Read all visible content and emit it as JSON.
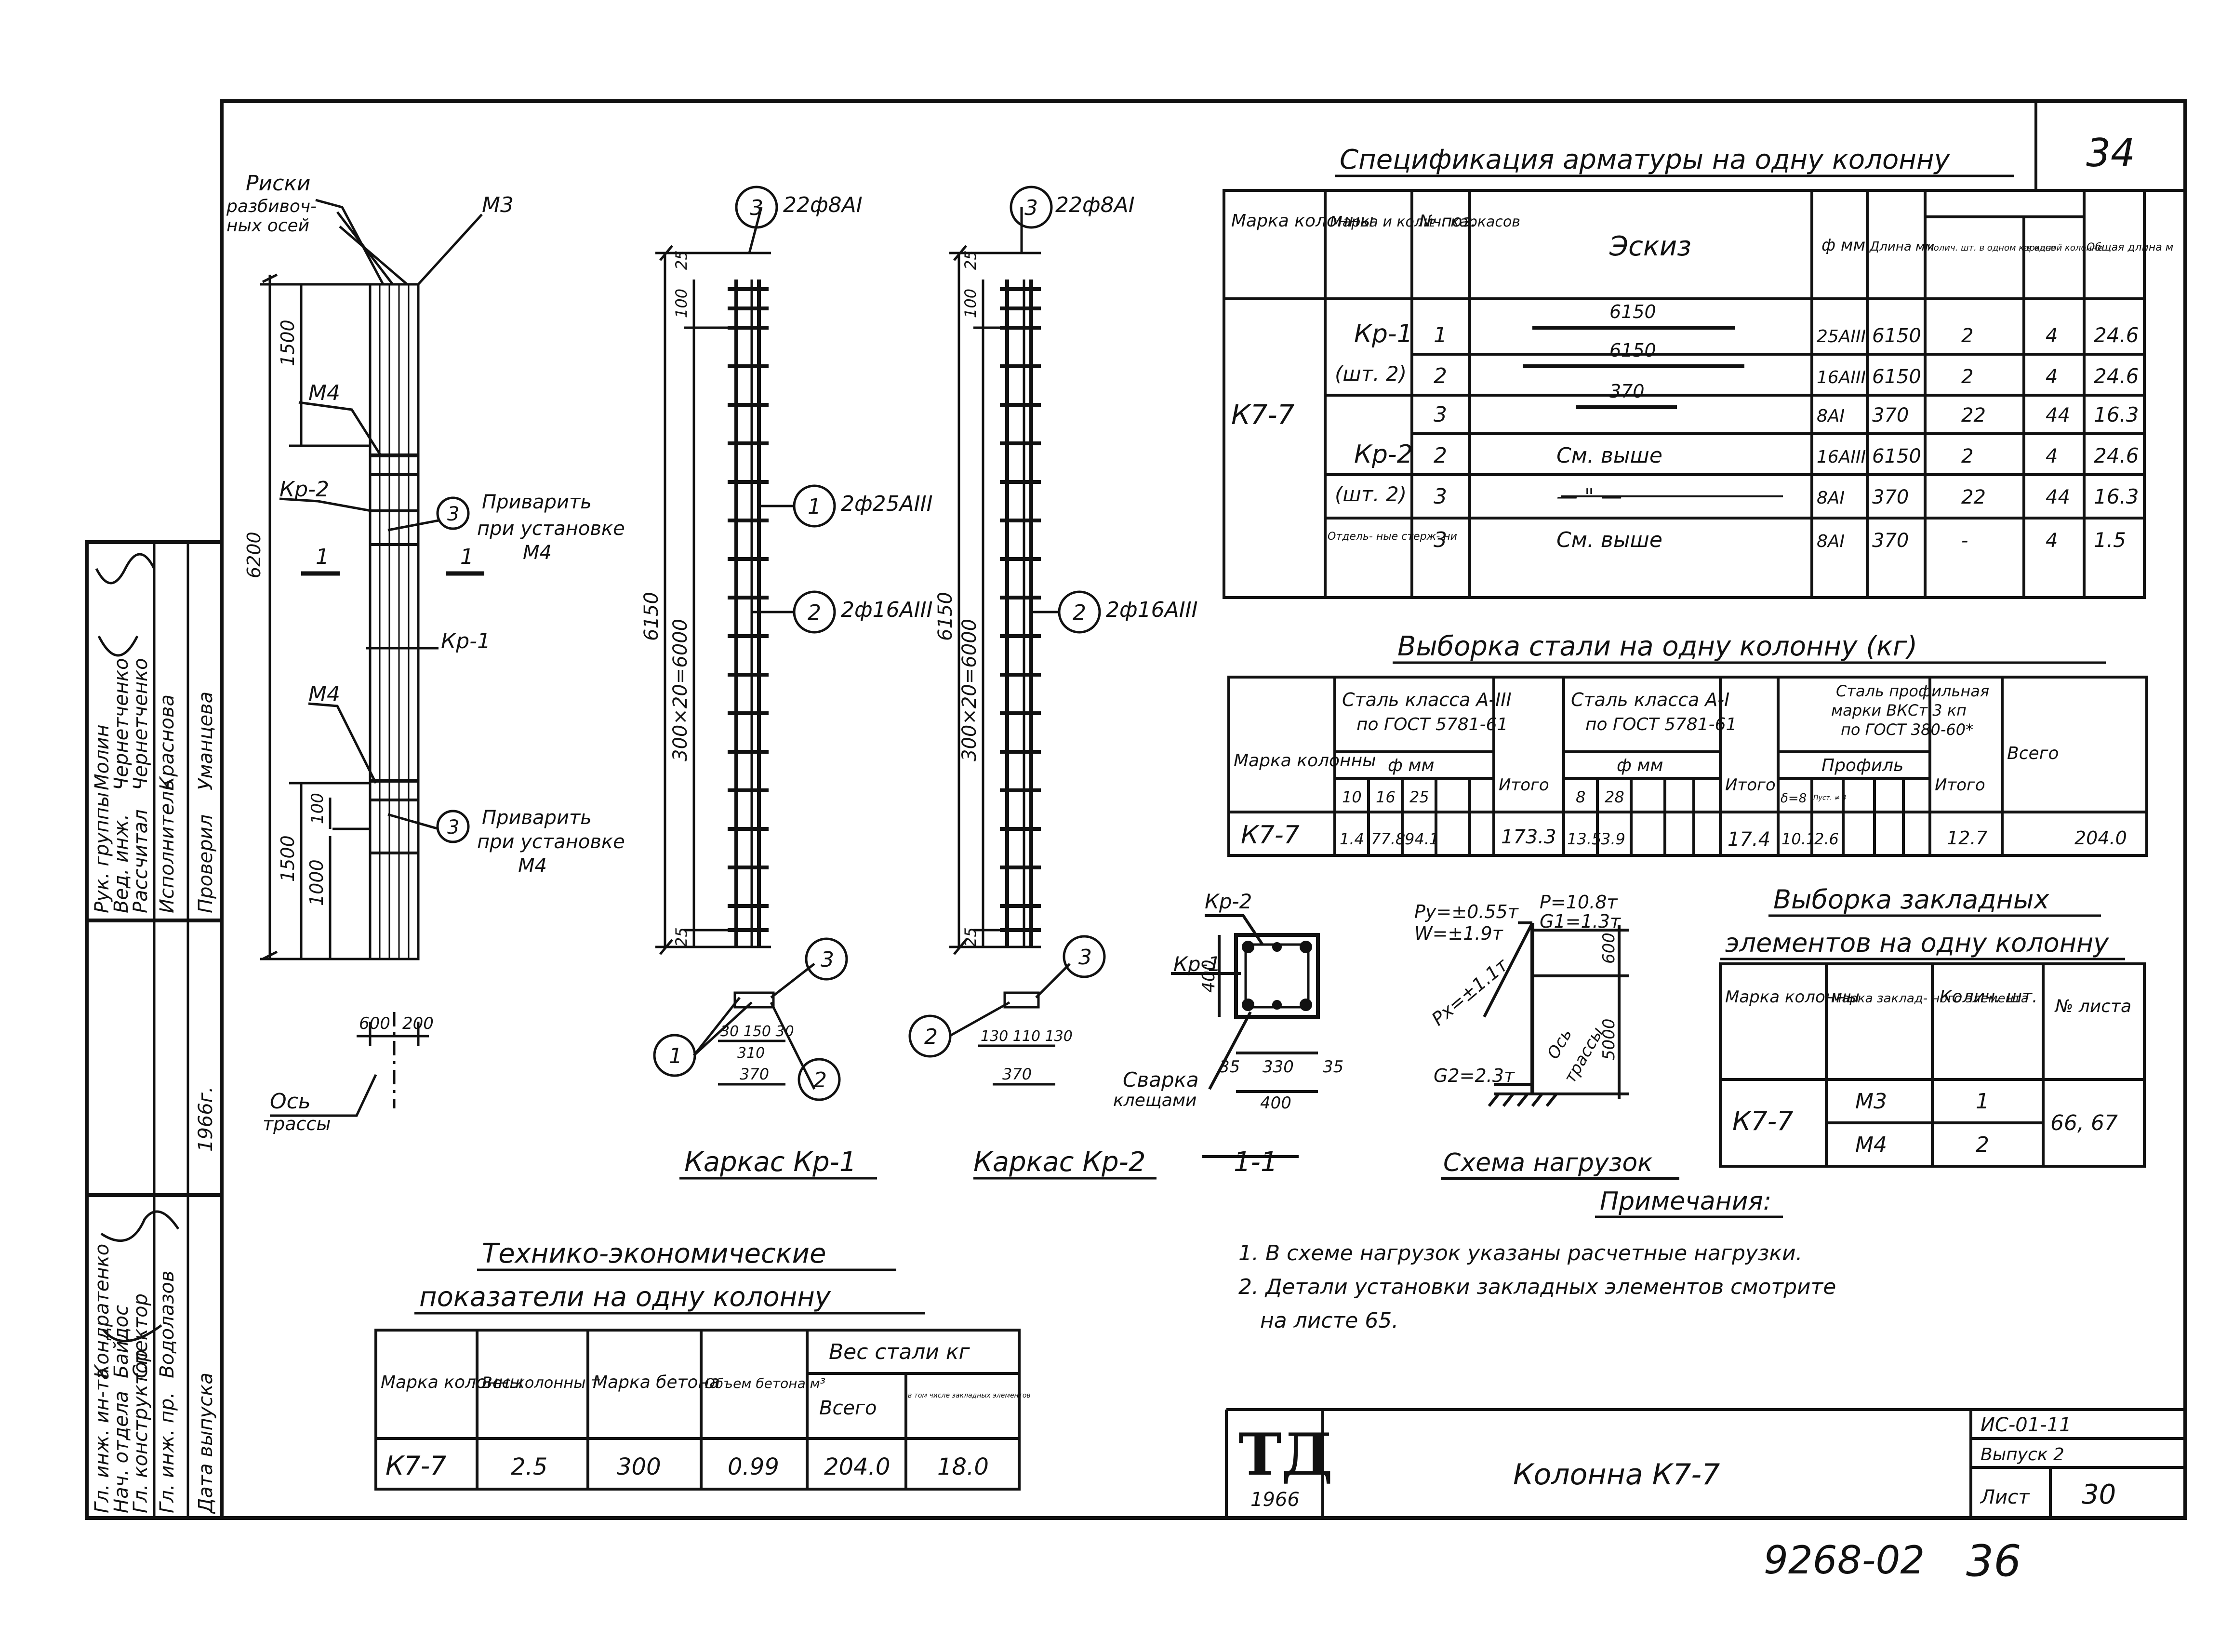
{
  "colors": {
    "ink": "#111111",
    "paper": "#ffffff"
  },
  "page_number": "34",
  "title_block": {
    "logo": "ТД",
    "logo_year": "1966",
    "drawing_name": "Колонна К7-7",
    "series": "ИС-01-11",
    "issue": "Выпуск 2",
    "sheet_label": "Лист",
    "sheet_number": "30",
    "archive_number": "9268-02",
    "archive_page": "36"
  },
  "side_stamp": {
    "year": "1966г.",
    "roles": [
      "Рук. группы",
      "Вед. инж.",
      "Рассчитал",
      "Исполнитель",
      "Проверил"
    ],
    "names": [
      "Молин",
      "Чернетченко",
      "Чернетченко",
      "Краснова",
      "Уманцева"
    ],
    "roles2": [
      "Гл. инж. ин-та",
      "Нач. отдела",
      "Гл. конструктор",
      "Гл. инж. пр.",
      "Дата выпуска"
    ],
    "names2": [
      "Кондратенко",
      "Байдос",
      "Спектор",
      "Водолазов",
      ""
    ]
  },
  "column_view": {
    "risk_label": "Риски",
    "risk_label2": "разбивоч-",
    "risk_label3": "ных осей",
    "m3": "М3",
    "m4_top": "М4",
    "m4_bottom": "М4",
    "kr2": "Кр-2",
    "kr1": "Кр-1",
    "section_1a": "1",
    "section_1b": "1",
    "dim_total": "6200",
    "dim_top": "1500",
    "dim_bot": "1500",
    "dim_1000": "1000",
    "dim_100": "100",
    "dim_w1": "600",
    "dim_w2": "200",
    "weld_num1": "3",
    "weld_text1a": "Приварить",
    "weld_text1b": "при установке",
    "weld_text1c": "М4",
    "weld_num2": "3",
    "weld_text2a": "Приварить",
    "weld_text2b": "при установке",
    "weld_text2c": "М4",
    "axis_label": "Ось",
    "axis_label2": "трассы"
  },
  "frame1": {
    "caption": "Каркас Кр-1",
    "top_num": "3",
    "top_text": "22ф8АI",
    "pos1_num": "1",
    "pos1_text": "2ф25АIII",
    "pos2_num": "2",
    "pos2_text": "2ф16АIII",
    "dim_height": "6150",
    "dim_mid": "300×20=6000",
    "dim_top": "100",
    "dim_top2": "25",
    "dim_bot": "25",
    "sec_num1": "1",
    "sec_num2": "2",
    "sec_num3": "3",
    "sec_dims": "30 150 30",
    "sec_dim2": "310",
    "sec_dim3": "370"
  },
  "frame2": {
    "caption": "Каркас Кр-2",
    "top_num": "3",
    "top_text": "22ф8АI",
    "pos2_num": "2",
    "pos2_text": "2ф16АIII",
    "dim_height": "6150",
    "dim_mid": "300×20=6000",
    "dim_top": "100",
    "dim_top2": "25",
    "dim_bot": "25",
    "sec_num2": "2",
    "sec_num3": "3",
    "sec_dims": "130 110 130",
    "sec_dim3": "370"
  },
  "section11": {
    "caption": "1-1",
    "kr2": "Кр-2",
    "kr1": "Кр-1",
    "dim_h": "400",
    "dim_w": "400",
    "dims": [
      "35",
      "330",
      "35"
    ],
    "weld_a": "Сварка",
    "weld_b": "клещами"
  },
  "load_scheme": {
    "caption": "Схема нагрузок",
    "p": "P=10.8т",
    "g1": "G1=1.3т",
    "py": "Py=±0.55т",
    "w": "W=±1.9т",
    "px": "Px=±1.1т",
    "g2": "G2=2.3т",
    "dim_600": "600",
    "dim_5000": "5000",
    "axis_a": "Ось",
    "axis_b": "трассы"
  },
  "spec_table": {
    "title": "Спецификация арматуры на одну колонну",
    "headers": [
      "Марка колонны",
      "Марка и колич. каркасов",
      "№ поз.",
      "Эскиз",
      "ф мм",
      "Длина мм",
      "Колич. шт. в одном каркасе",
      "в одной колонне",
      "Общая длина м"
    ],
    "col_mark": "К7-7",
    "groups": [
      {
        "frame": "Кр-1",
        "count": "(шт. 2)"
      },
      {
        "frame": "Кр-2",
        "count": "(шт. 2)"
      },
      {
        "frame": "Отдель- ные стерж- ни",
        "count": ""
      }
    ],
    "rows": [
      {
        "pos": "1",
        "sketch": "6150",
        "dia": "25АIII",
        "len": "6150",
        "n1": "2",
        "n2": "4",
        "total": "24.6"
      },
      {
        "pos": "2",
        "sketch": "6150",
        "dia": "16АIII",
        "len": "6150",
        "n1": "2",
        "n2": "4",
        "total": "24.6"
      },
      {
        "pos": "3",
        "sketch": "370",
        "dia": "8АI",
        "len": "370",
        "n1": "22",
        "n2": "44",
        "total": "16.3"
      },
      {
        "pos": "2",
        "sketch": "См. выше",
        "dia": "16АIII",
        "len": "6150",
        "n1": "2",
        "n2": "4",
        "total": "24.6"
      },
      {
        "pos": "3",
        "sketch": "— \" —",
        "dia": "8АI",
        "len": "370",
        "n1": "22",
        "n2": "44",
        "total": "16.3"
      },
      {
        "pos": "3",
        "sketch": "См. выше",
        "dia": "8АI",
        "len": "370",
        "n1": "-",
        "n2": "4",
        "total": "1.5"
      }
    ]
  },
  "steel_table": {
    "title": "Выборка стали на одну колонну (кг)",
    "h_mark": "Марка колонны",
    "h_a3": "Сталь класса А-III",
    "h_a3b": "по ГОСТ 5781-61",
    "h_a1": "Сталь класса А-I",
    "h_a1b": "по ГОСТ 5781-61",
    "h_prof": "Сталь профильная",
    "h_prof2": "марки ВКСт.3 кп",
    "h_prof3": "по ГОСТ 380-60*",
    "h_total": "Всего",
    "h_fmm": "ф мм",
    "h_fmm2": "ф мм",
    "h_profil": "Профиль",
    "h_itogo": "Итого",
    "h_itogo2": "Итого",
    "h_itogo3": "Итого",
    "d_a3": [
      "10",
      "16",
      "25"
    ],
    "d_a1": [
      "8",
      "28"
    ],
    "d_prof": [
      "δ=8",
      "Пуст. ≠ 4"
    ],
    "row_mark": "К7-7",
    "v_a3": [
      "1.4",
      "77.8",
      "94.1"
    ],
    "v_a3_total": "173.3",
    "v_a1": [
      "13.5",
      "3.9"
    ],
    "v_a1_total": "17.4",
    "v_prof": [
      "10.1",
      "2.6"
    ],
    "v_prof_total": "12.7",
    "v_total": "204.0"
  },
  "embedded_table": {
    "title1": "Выборка закладных",
    "title2": "элементов на одну колонну",
    "headers": [
      "Марка колонны",
      "Марка заклад- ного элемента",
      "Колич. шт.",
      "№ листа"
    ],
    "col_mark": "К7-7",
    "rows": [
      {
        "mark": "М3",
        "qty": "1"
      },
      {
        "mark": "М4",
        "qty": "2"
      }
    ],
    "sheets": "66, 67"
  },
  "notes": {
    "title": "Примечания:",
    "items": [
      "1. В схеме нагрузок указаны расчетные нагрузки.",
      "2. Детали установки закладных элементов смотрите",
      "на листе 65."
    ]
  },
  "tech_table": {
    "title1": "Технико-экономические",
    "title2": "показатели на одну колонну",
    "headers": [
      "Марка колонны",
      "Вес колонны т",
      "Марка бетона",
      "Объем бетона м³",
      "Вес стали кг",
      "Всего",
      "в том числе закладных элементов"
    ],
    "row": [
      "К7-7",
      "2.5",
      "300",
      "0.99",
      "204.0",
      "18.0"
    ]
  }
}
